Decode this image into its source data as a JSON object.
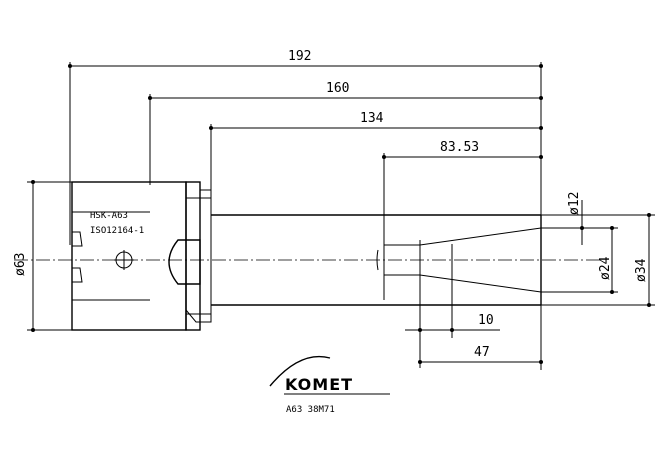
{
  "dimensions": {
    "length_overall": "192",
    "length_2": "160",
    "length_3": "134",
    "length_4": "83.53",
    "dia_flange": "ø63",
    "dia_bore": "ø12",
    "dia_taper_small": "ø24",
    "dia_shank": "ø34",
    "len_10": "10",
    "len_47": "47"
  },
  "labels": {
    "interface": "HSK-A63",
    "standard": "ISO12164-1"
  },
  "brand": {
    "logo_text": "KOMET",
    "part_number": "A63 38M71"
  }
}
